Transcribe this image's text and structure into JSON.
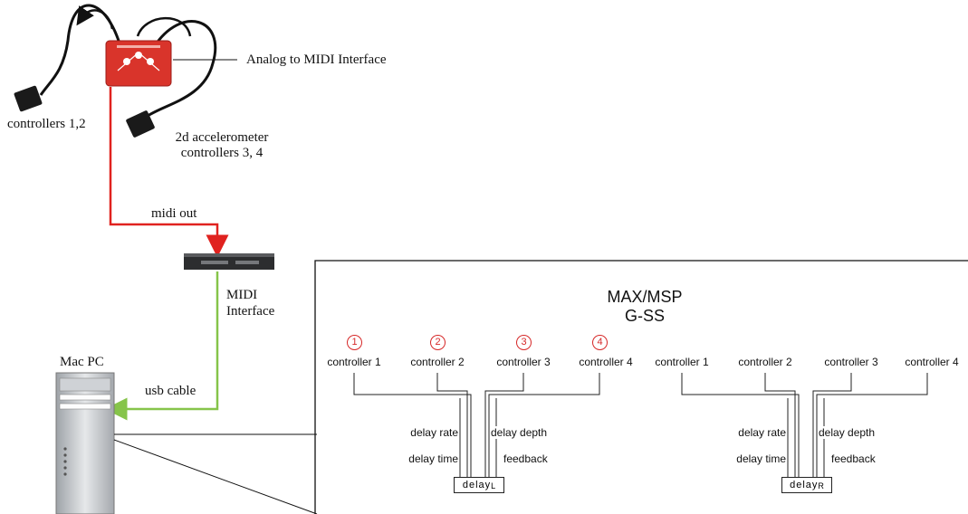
{
  "labels": {
    "analog_midi": "Analog to MIDI Interface",
    "controllers_12": "controllers 1,2",
    "accel_line1": "2d accelerometer",
    "accel_line2": "controllers 3, 4",
    "midi_out": "midi out",
    "midi_interface_line1": "MIDI",
    "midi_interface_line2": "Interface",
    "mac_pc": "Mac PC",
    "usb_cable": "usb cable"
  },
  "max_panel": {
    "title_line1": "MAX/MSP",
    "title_line2": "G-SS",
    "left": {
      "markers": [
        "1",
        "2",
        "3",
        "4"
      ],
      "controllers": [
        "controller 1",
        "controller 2",
        "controller 3",
        "controller 4"
      ],
      "params": [
        "delay rate",
        "delay time",
        "delay depth",
        "feedback"
      ],
      "delay_box": "delay",
      "delay_sub": "L"
    },
    "right": {
      "controllers": [
        "controller 1",
        "controller 2",
        "controller 3",
        "controller 4"
      ],
      "params": [
        "delay rate",
        "delay time",
        "delay depth",
        "feedback"
      ],
      "delay_box": "delay",
      "delay_sub": "R"
    }
  },
  "colors": {
    "midi_cable": "#e0221f",
    "usb_cable": "#86c44a",
    "marker": "#d62828",
    "device_red": "#d9342b"
  }
}
